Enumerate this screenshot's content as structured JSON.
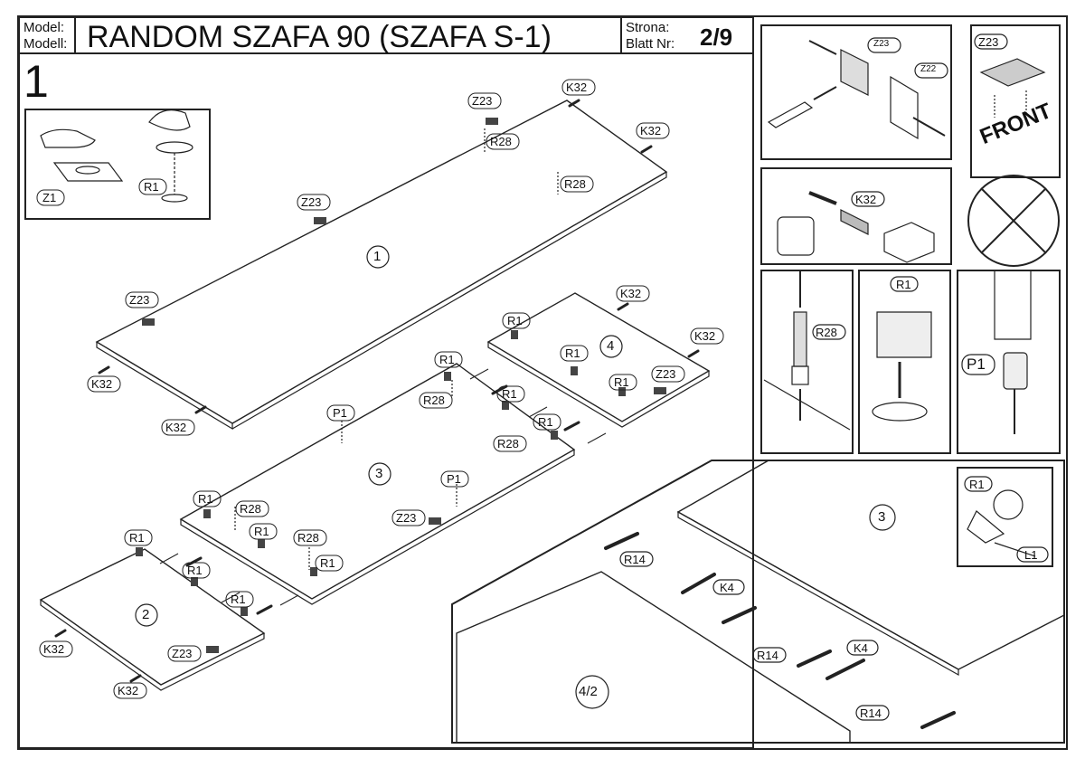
{
  "header": {
    "model_label_1": "Model:",
    "model_label_2": "Modell:",
    "title": "RANDOM SZAFA 90 (SZAFA S-1)",
    "page_label_1": "Strona:",
    "page_label_2": "Blatt Nr:",
    "page_number": "2/9"
  },
  "step_number": "1",
  "panels": {
    "p1": "1",
    "p2": "2",
    "p3": "3",
    "p4": "4",
    "detail_3": "3",
    "detail_42": "4/2"
  },
  "parts": {
    "K32": "K32",
    "Z23": "Z23",
    "Z22": "Z22",
    "R28": "R28",
    "R1": "R1",
    "Z1": "Z1",
    "P1": "P1",
    "R14": "R14",
    "K4": "K4",
    "L1": "L1"
  },
  "front_label": "FRONT"
}
